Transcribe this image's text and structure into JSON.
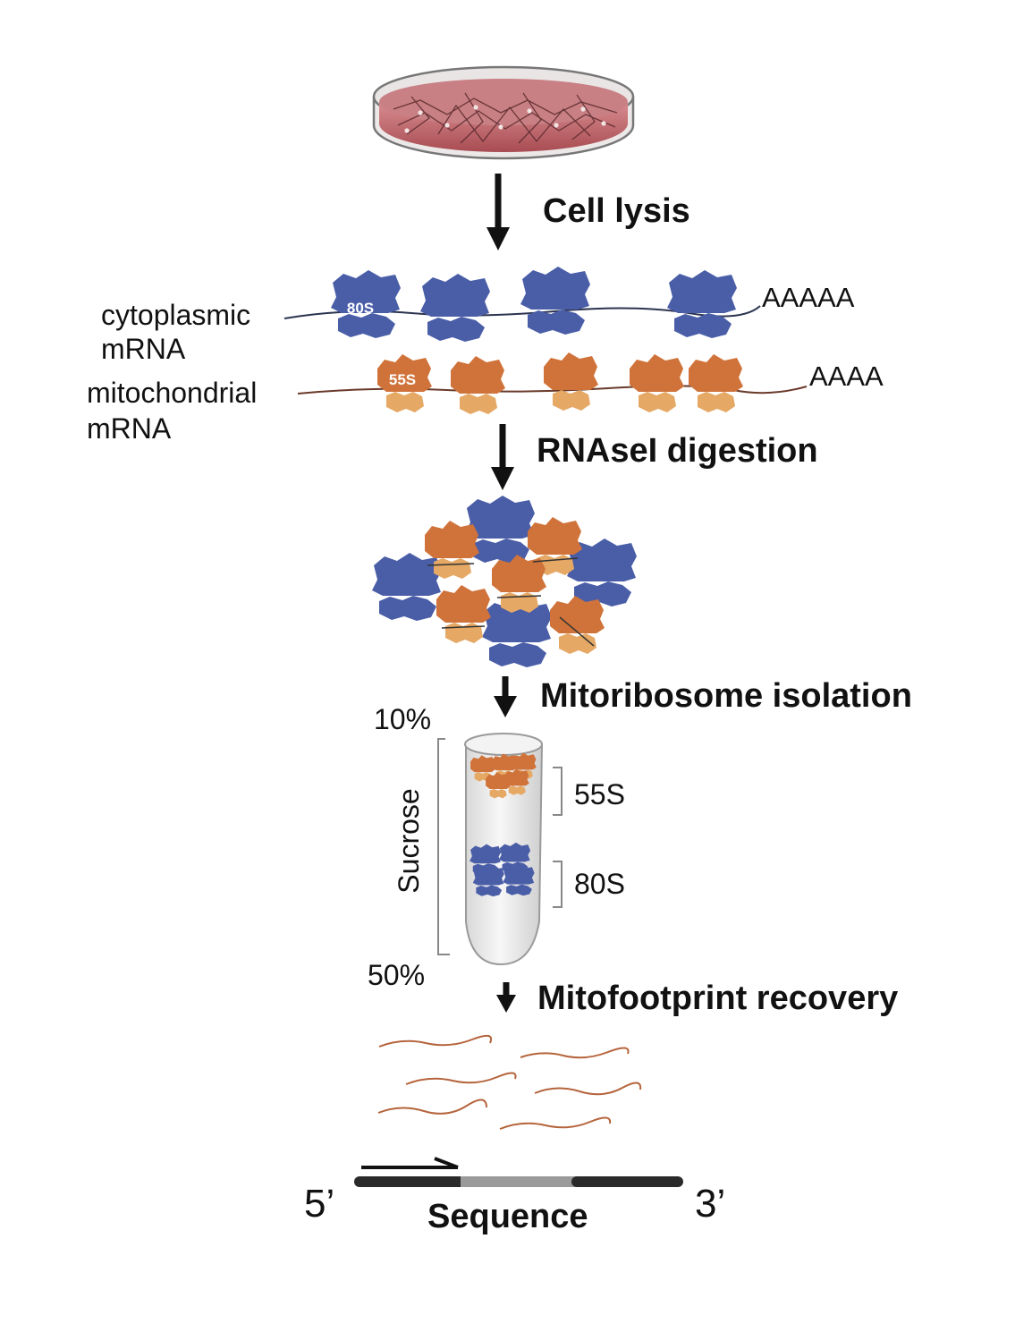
{
  "steps": {
    "lysis": "Cell lysis",
    "digestion": "RNAseI digestion",
    "isolation": "Mitoribosome isolation",
    "recovery": "Mitofootprint recovery"
  },
  "mrna": {
    "cyto_label_1": "cytoplasmic",
    "cyto_label_2": "mRNA",
    "cyto_tail": "AAAAA",
    "mito_label_1": "mitochondrial",
    "mito_label_2": "mRNA",
    "mito_tail": "AAAA"
  },
  "ribosomes": {
    "cyto": "80S",
    "mito": "55S"
  },
  "gradient": {
    "top": "10%",
    "bottom": "50%",
    "axis": "Sucrose",
    "band_upper": "55S",
    "band_lower": "80S"
  },
  "sequence": {
    "five_prime": "5’",
    "three_prime": "3’",
    "label": "Sequence"
  },
  "colors": {
    "ribosome_80s": "#4a5ea8",
    "ribosome_55s_large": "#d0733a",
    "ribosome_55s_small": "#e5a865",
    "footprint": "#b5643c",
    "dish_medium": "#c46468"
  }
}
